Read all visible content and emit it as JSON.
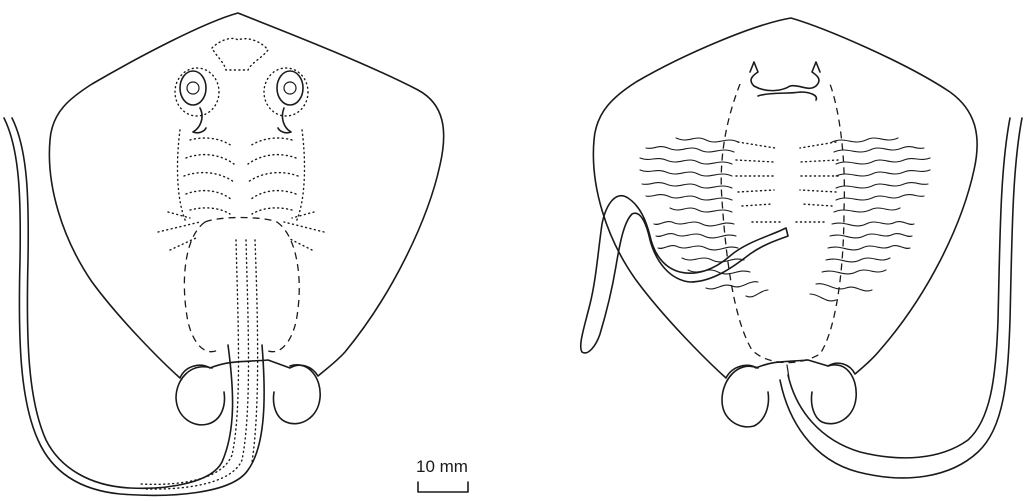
{
  "figure": {
    "scale_bar": {
      "label": "10 mm"
    },
    "views": [
      {
        "id": "left-ray"
      },
      {
        "id": "right-ray"
      }
    ]
  }
}
